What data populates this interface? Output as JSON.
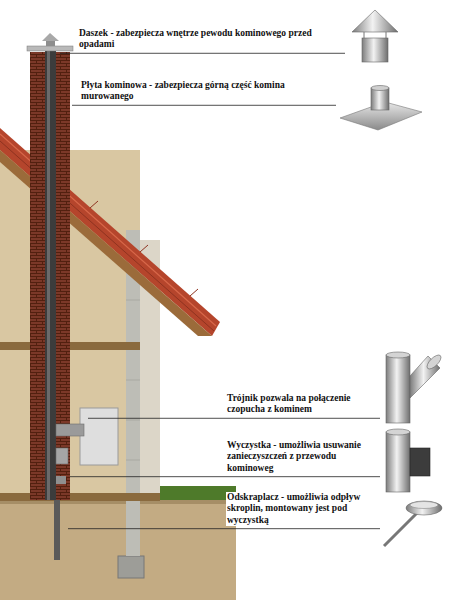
{
  "diagram": {
    "labels": [
      "Daszek - zabezpiecza wnętrze pewodu kominowego przed opadami",
      "Płyta kominowa - zabezpiecza górną część komina murowanego",
      "Trójnik pozwala na połączenie czopucha z kominem",
      "Wyczystka - umożliwia usuwanie zanieczyszczeń z przewodu kominoweg",
      "Odskraplacz - umożliwia odpływ skroplin, montowany jest pod wyczystką"
    ]
  }
}
